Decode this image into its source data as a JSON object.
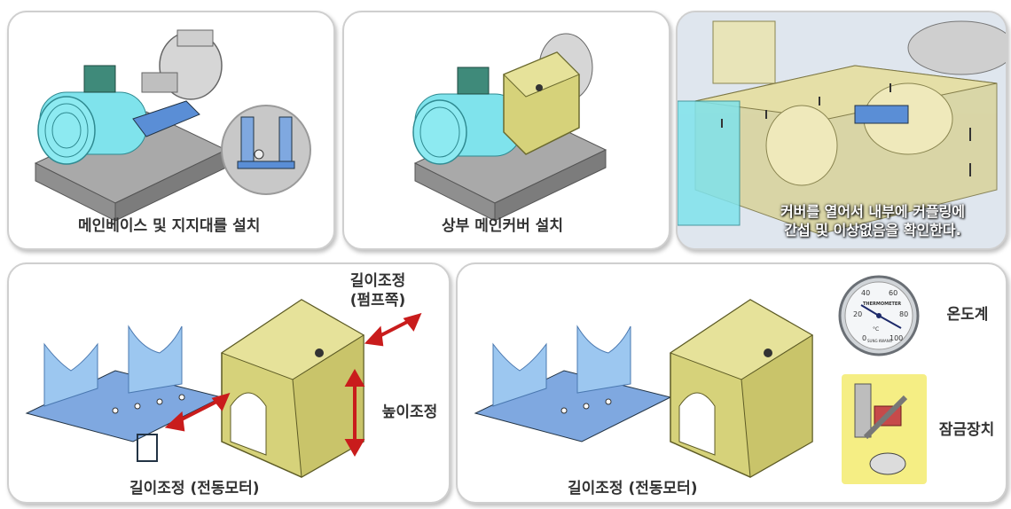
{
  "panels": {
    "p1": {
      "caption": "메인베이스 및  지지대를 설치"
    },
    "p2": {
      "caption": "상부 메인커버  설치"
    },
    "p3": {
      "overlay_line1": "커버를 열어서 내부에  커플링에",
      "overlay_line2": "간섭 및  이상없음을 확인한다."
    },
    "p4": {
      "label_length_pump_1": "길이조정",
      "label_length_pump_2": "(펌프쪽)",
      "label_height": "높이조정",
      "caption": "길이조정  (전동모터)"
    },
    "p5": {
      "label_thermometer": "온도계",
      "label_lock": "잠금장치",
      "caption": "길이조정  (전동모터)",
      "gauge": {
        "ticks": [
          "0",
          "20",
          "40",
          "60",
          "80",
          "100"
        ],
        "brand": "THERMOMETER",
        "unit": "°C",
        "maker": "SUNG KWANG"
      }
    }
  },
  "colors": {
    "cyan": "#7fe3ec",
    "yellow": "#d6d27a",
    "blue": "#9cc7f0",
    "gray": "#8c8c8c",
    "arrow": "#c91c1c"
  }
}
